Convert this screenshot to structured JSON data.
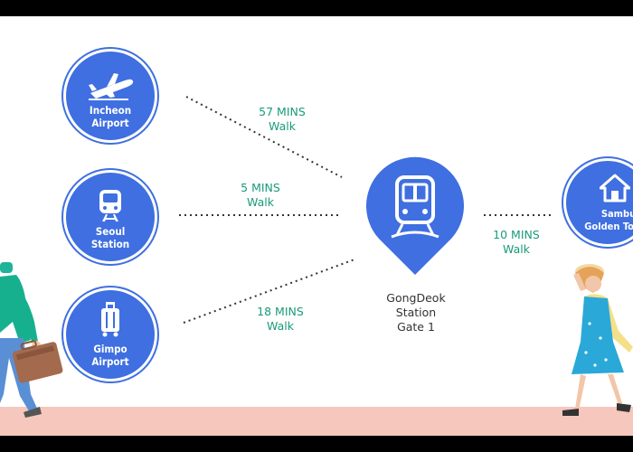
{
  "origins": [
    {
      "line1": "Incheon",
      "line2": "Airport",
      "icon": "airplane-icon"
    },
    {
      "line1": "Seoul",
      "line2": "Station",
      "icon": "train-icon"
    },
    {
      "line1": "Gimpo",
      "line2": "Airport",
      "icon": "luggage-icon"
    }
  ],
  "routes": [
    {
      "time": "57 MINS",
      "mode": "Walk"
    },
    {
      "time": "5 MINS",
      "mode": "Walk"
    },
    {
      "time": "18 MINS",
      "mode": "Walk"
    },
    {
      "time": "10 MINS",
      "mode": "Walk"
    }
  ],
  "hub": {
    "line1": "GongDeok",
    "line2": "Station",
    "line3": "Gate 1",
    "icon": "subway-icon"
  },
  "destination": {
    "line1": "Sambu",
    "line2": "Golden Tower",
    "icon": "house-icon"
  },
  "colors": {
    "accent": "#3f6fe0",
    "route_text": "#1a9a7a",
    "ground": "#f6c7bd"
  }
}
